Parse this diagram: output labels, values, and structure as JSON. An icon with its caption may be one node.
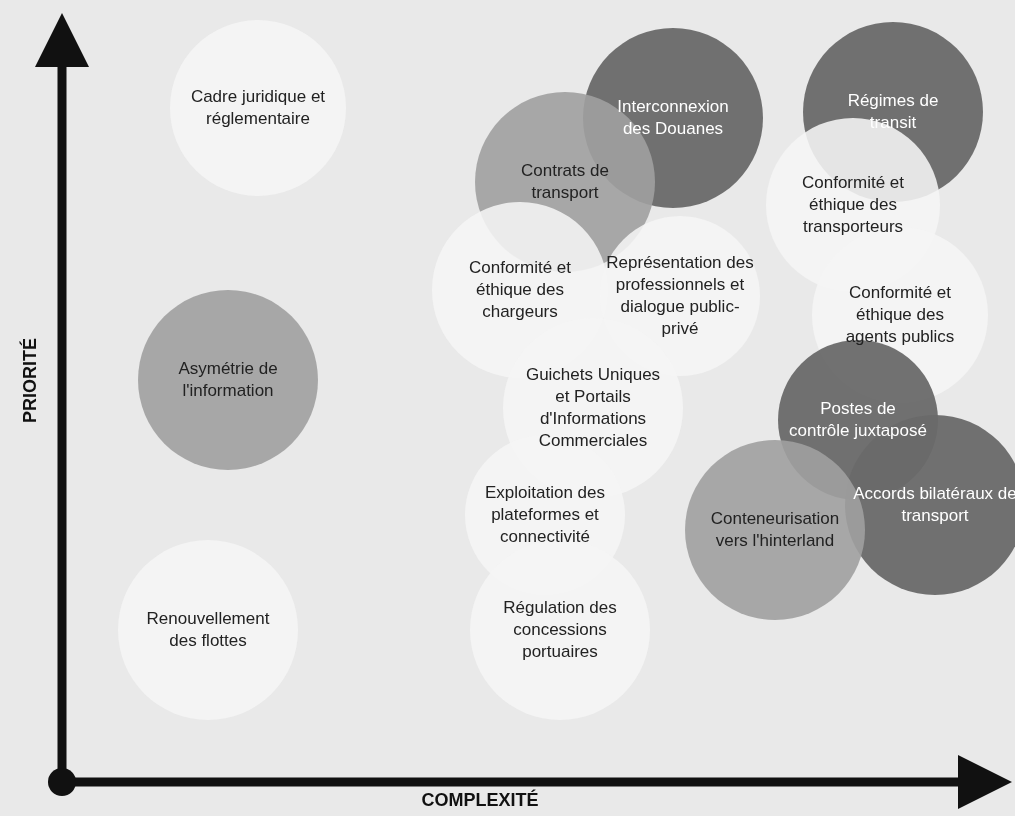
{
  "diagram": {
    "nodes": [
      {
        "text": [
          "Cadre juridique et réglementaire"
        ]
      },
      {
        "text": [
          "Interconnexion des Douanes"
        ]
      },
      {
        "text": [
          "Régimes de transit"
        ]
      },
      {
        "text": [
          "Contrats de transport"
        ]
      },
      {
        "text": [
          "Conformité et éthique des transporteurs"
        ]
      },
      {
        "text": [
          "Conformité et éthique des chargeurs"
        ]
      },
      {
        "text": [
          "Représentation des professionnels et dialogue public-privé"
        ]
      },
      {
        "text": [
          "Conformité et éthique des agents publics"
        ]
      },
      {
        "text": [
          "Asymétrie de l'information"
        ]
      },
      {
        "text": [
          "Guichets Uniques et Portails d'Informations Commerciales"
        ]
      },
      {
        "text": [
          "Postes de contrôle juxtaposé"
        ]
      },
      {
        "text": [
          "Exploitation des plateformes et connectivité"
        ]
      },
      {
        "text": [
          "Accords bilatéraux de transport"
        ]
      },
      {
        "text": [
          "Conteneurisation vers l'hinterland"
        ]
      },
      {
        "text": [
          "Régulation des concessions portuaires"
        ]
      },
      {
        "text": [
          "Renouvellement des flottes"
        ]
      }
    ],
    "labels": [
      "PRIORITÉ",
      "COMPLEXITÉ"
    ]
  }
}
